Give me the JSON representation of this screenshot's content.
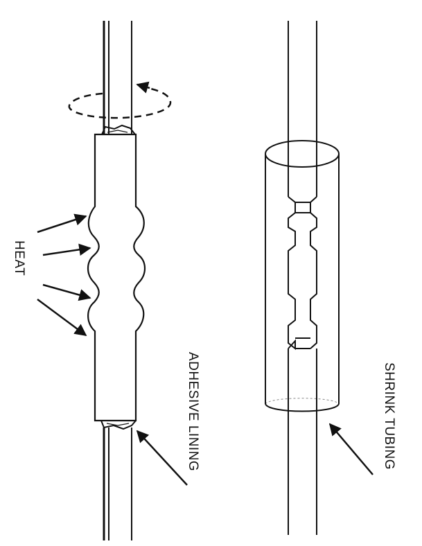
{
  "labels": {
    "heat": "HEAT",
    "adhesive_lining": "ADHESIVE LINING",
    "shrink_tubing": "SHRINK TUBING"
  },
  "colors": {
    "line": "#111111",
    "background": "#ffffff"
  },
  "icons": [
    "rotation-arrow-icon",
    "heat-arrow-icon",
    "pointer-arrow-icon"
  ]
}
